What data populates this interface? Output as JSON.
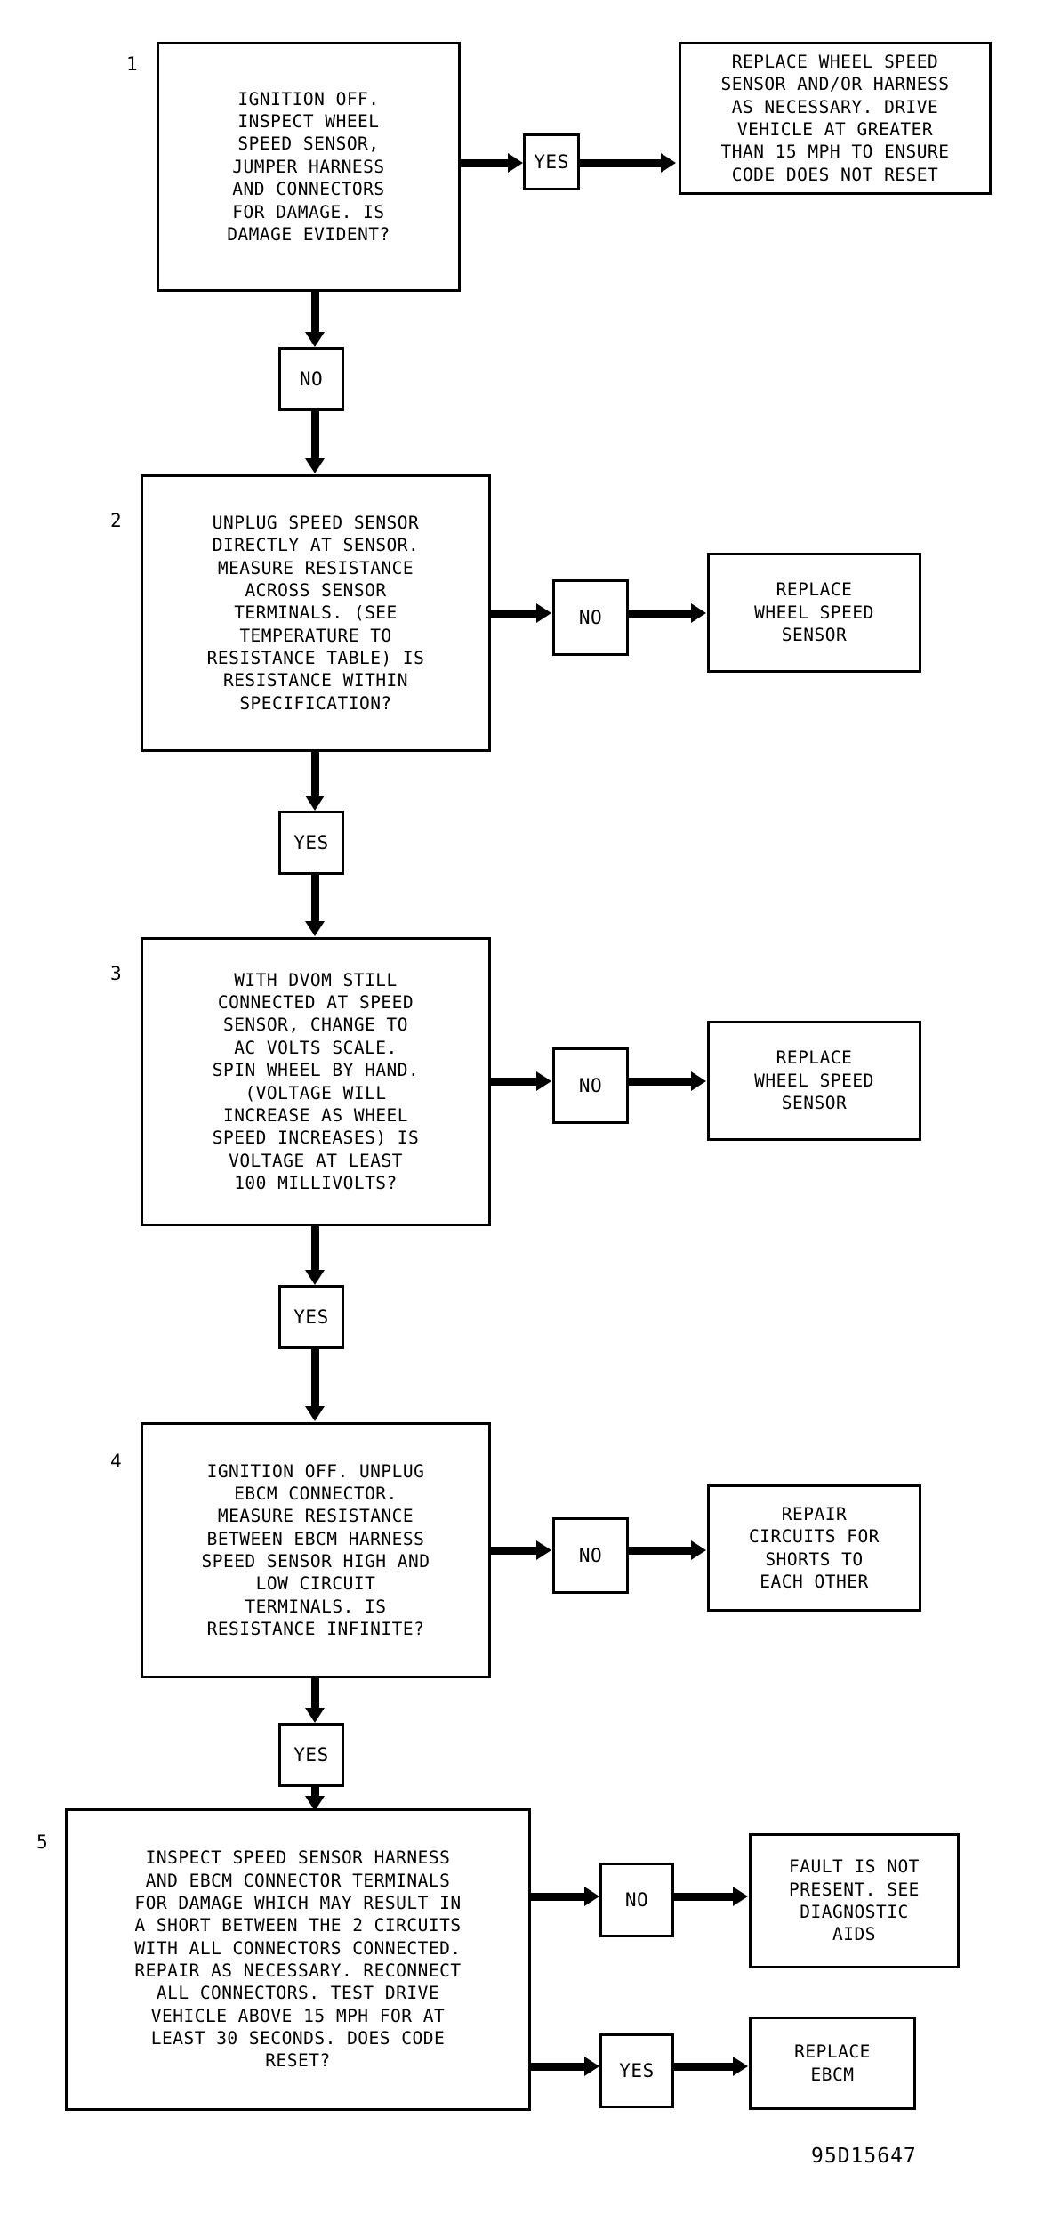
{
  "diagram": {
    "figure_code": "95D15647",
    "line_color": "#000000",
    "background_color": "#ffffff",
    "steps": [
      {
        "number": "1",
        "question": "IGNITION OFF.\nINSPECT WHEEL\nSPEED SENSOR,\nJUMPER HARNESS\nAND CONNECTORS\nFOR DAMAGE. IS\nDAMAGE EVIDENT?",
        "branch_yes_label": "YES",
        "branch_no_label": "NO",
        "yes_result": "REPLACE WHEEL SPEED\nSENSOR AND/OR HARNESS\nAS NECESSARY. DRIVE\nVEHICLE AT GREATER\nTHAN 15 MPH TO ENSURE\nCODE DOES NOT RESET"
      },
      {
        "number": "2",
        "question": "UNPLUG SPEED SENSOR\nDIRECTLY AT SENSOR.\nMEASURE RESISTANCE\nACROSS SENSOR\nTERMINALS. (SEE\nTEMPERATURE TO\nRESISTANCE TABLE) IS\nRESISTANCE WITHIN\nSPECIFICATION?",
        "branch_no_label": "NO",
        "branch_yes_label": "YES",
        "no_result": "REPLACE\nWHEEL SPEED\nSENSOR"
      },
      {
        "number": "3",
        "question": "WITH DVOM STILL\nCONNECTED AT SPEED\nSENSOR, CHANGE TO\nAC VOLTS SCALE.\nSPIN WHEEL BY HAND.\n(VOLTAGE WILL\nINCREASE AS WHEEL\nSPEED INCREASES) IS\nVOLTAGE AT LEAST\n100 MILLIVOLTS?",
        "branch_no_label": "NO",
        "branch_yes_label": "YES",
        "no_result": "REPLACE\nWHEEL SPEED\nSENSOR"
      },
      {
        "number": "4",
        "question": "IGNITION OFF. UNPLUG\nEBCM CONNECTOR.\nMEASURE RESISTANCE\nBETWEEN EBCM HARNESS\nSPEED SENSOR HIGH AND\nLOW CIRCUIT\nTERMINALS. IS\nRESISTANCE INFINITE?",
        "branch_no_label": "NO",
        "branch_yes_label": "YES",
        "no_result": "REPAIR\nCIRCUITS FOR\nSHORTS TO\nEACH OTHER"
      },
      {
        "number": "5",
        "question": "INSPECT SPEED SENSOR HARNESS\nAND EBCM CONNECTOR TERMINALS\nFOR DAMAGE WHICH MAY RESULT IN\nA SHORT BETWEEN THE 2 CIRCUITS\nWITH ALL CONNECTORS CONNECTED.\nREPAIR AS NECESSARY. RECONNECT\nALL CONNECTORS. TEST DRIVE\nVEHICLE ABOVE 15 MPH FOR AT\nLEAST 30 SECONDS. DOES CODE\nRESET?",
        "branch_no_label": "NO",
        "branch_yes_label": "YES",
        "no_result": "FAULT IS NOT\nPRESENT. SEE\nDIAGNOSTIC\nAIDS",
        "yes_result": "REPLACE\nEBCM"
      }
    ]
  }
}
